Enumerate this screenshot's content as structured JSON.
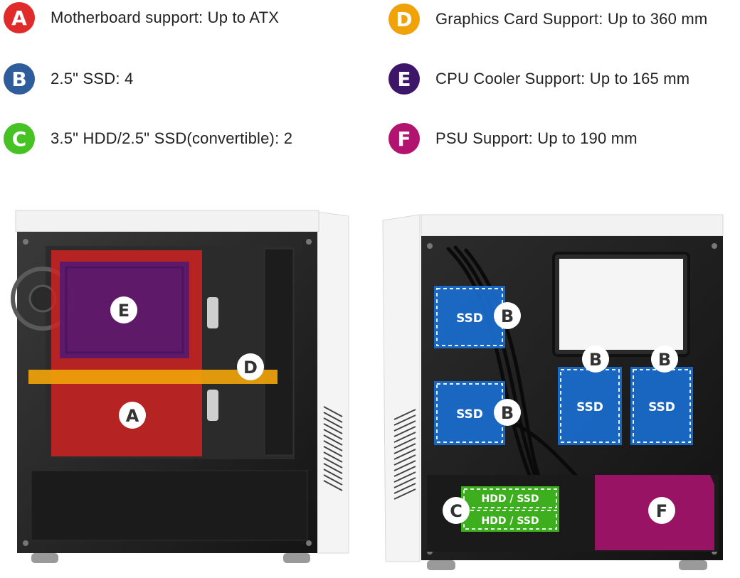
{
  "specs": [
    {
      "letter": "A",
      "text": "Motherboard support: Up to ATX",
      "color": "#e02b2b"
    },
    {
      "letter": "B",
      "text": "2.5\" SSD:  4",
      "color": "#2f5d9c"
    },
    {
      "letter": "C",
      "text": "3.5\" HDD/2.5\" SSD(convertible): 2",
      "color": "#47c225"
    },
    {
      "letter": "D",
      "text": "Graphics Card Support: Up to 360 mm",
      "color": "#f0a20a"
    },
    {
      "letter": "E",
      "text": "CPU Cooler Support: Up to 165 mm",
      "color": "#3d1569"
    },
    {
      "letter": "F",
      "text": "PSU Support: Up to 190 mm",
      "color": "#b2136e"
    }
  ],
  "front_view": {
    "labels": {
      "a": "A",
      "d": "D",
      "e": "E"
    }
  },
  "back_view": {
    "ssd_label": "SSD",
    "bay_marker": "B",
    "hdd_slot_label": "HDD / SSD",
    "labels": {
      "c": "C",
      "f": "F"
    }
  }
}
